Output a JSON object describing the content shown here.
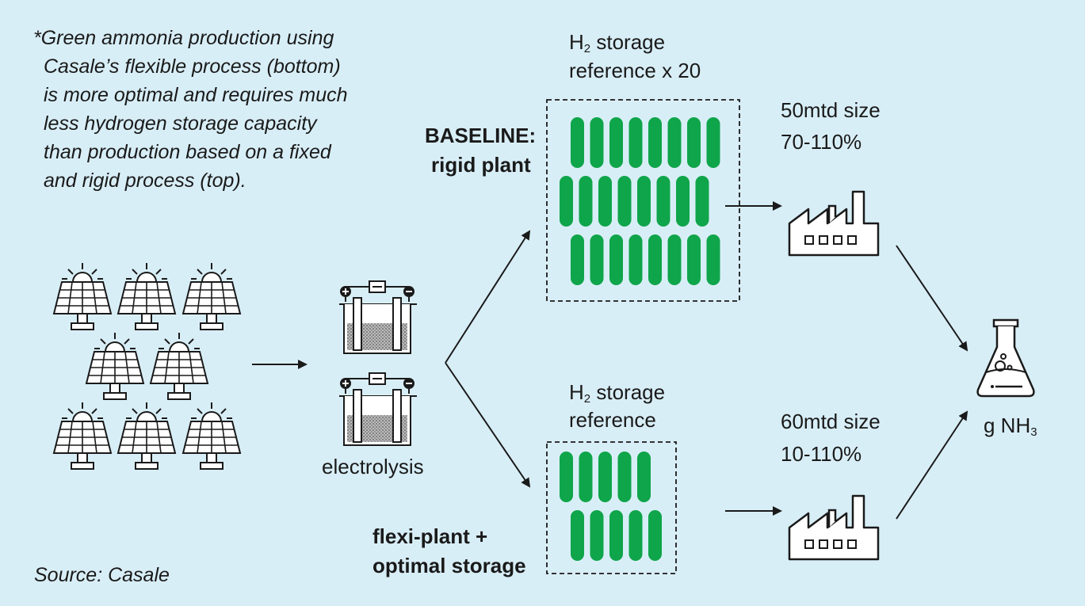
{
  "note": {
    "lines": [
      "*Green ammonia production using",
      "Casale’s flexible process (bottom)",
      "is more optimal and requires much",
      "less hydrogen storage capacity",
      "than production based on a fixed",
      "and rigid process (top)."
    ]
  },
  "source": "Source: Casale",
  "electrolysis_label": "electrolysis",
  "baseline": {
    "title_line1": "BASELINE:",
    "title_line2": "rigid plant",
    "storage_h": "H",
    "storage_sub": "2",
    "storage_rest": " storage",
    "storage_line2": "reference x 20",
    "size_line1": "50mtd size",
    "size_line2": "70-110%"
  },
  "flexi": {
    "title_line1": "flexi-plant +",
    "title_line2": "optimal storage",
    "storage_h": "H",
    "storage_sub": "2",
    "storage_rest": " storage",
    "storage_line2": "reference",
    "size_line1": "60mtd size",
    "size_line2": "10-110%"
  },
  "product": {
    "prefix": "g NH",
    "sub": "3"
  },
  "colors": {
    "background": "#d8eef7",
    "tank_green": "#0fa54a",
    "line": "#1a1a1a"
  },
  "icons": {
    "solar": "solar-panel-icon",
    "electrolyzer": "electrolyzer-icon",
    "factory": "factory-icon",
    "flask": "flask-icon",
    "tank": "hydrogen-tank-icon"
  }
}
